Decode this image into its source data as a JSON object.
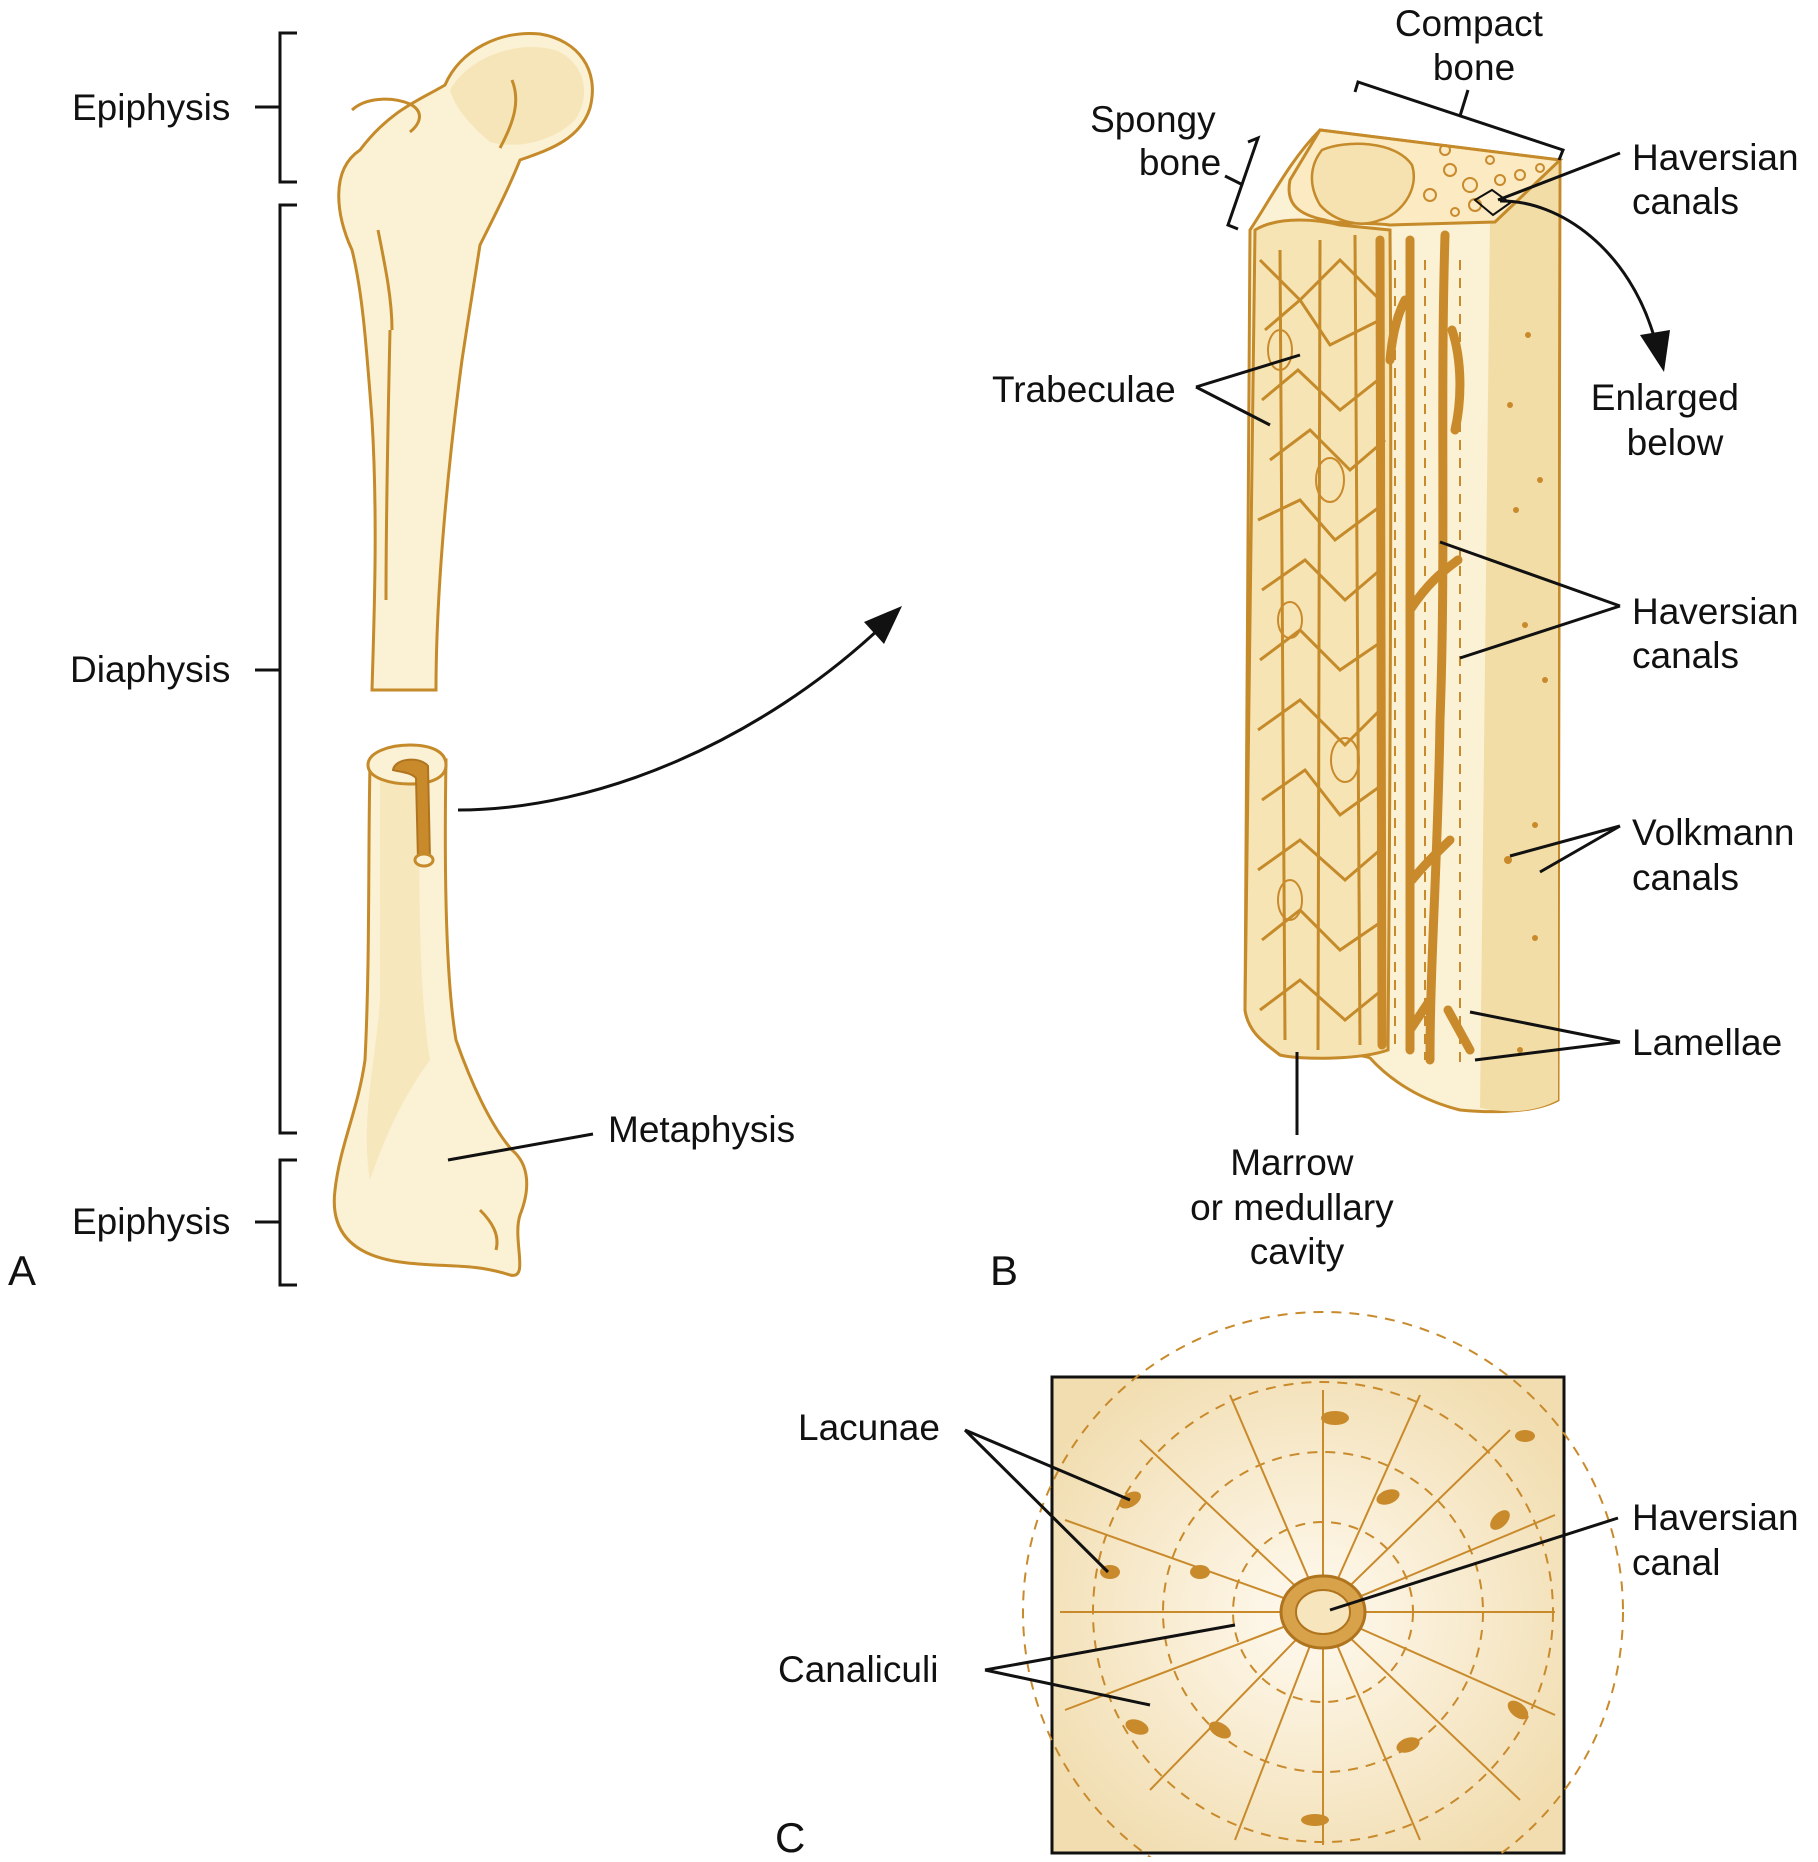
{
  "figure": {
    "panels": {
      "a": "A",
      "b": "B",
      "c": "C"
    },
    "panel_a": {
      "epiphysis_top": "Epiphysis",
      "diaphysis": "Diaphysis",
      "metaphysis": "Metaphysis",
      "epiphysis_bottom": "Epiphysis"
    },
    "panel_b": {
      "compact_bone": [
        "Compact",
        "bone"
      ],
      "spongy_bone": [
        "Spongy",
        "bone"
      ],
      "haversian_canals_top": [
        "Haversian",
        "canals"
      ],
      "enlarged_below": [
        "Enlarged",
        "below"
      ],
      "trabeculae": "Trabeculae",
      "haversian_canals_mid": [
        "Haversian",
        "canals"
      ],
      "volkmann_canals": [
        "Volkmann",
        "canals"
      ],
      "lamellae": "Lamellae",
      "marrow": [
        "Marrow",
        "or medullary",
        "cavity"
      ]
    },
    "panel_c": {
      "lacunae": "Lacunae",
      "haversian_canal": [
        "Haversian",
        "canal"
      ],
      "canaliculi": "Canaliculi"
    },
    "colors": {
      "bone_fill": "#fbf1d4",
      "bone_outline": "#c58a2a",
      "canal_brown": "#c98a2c",
      "label_text": "#111111"
    }
  }
}
